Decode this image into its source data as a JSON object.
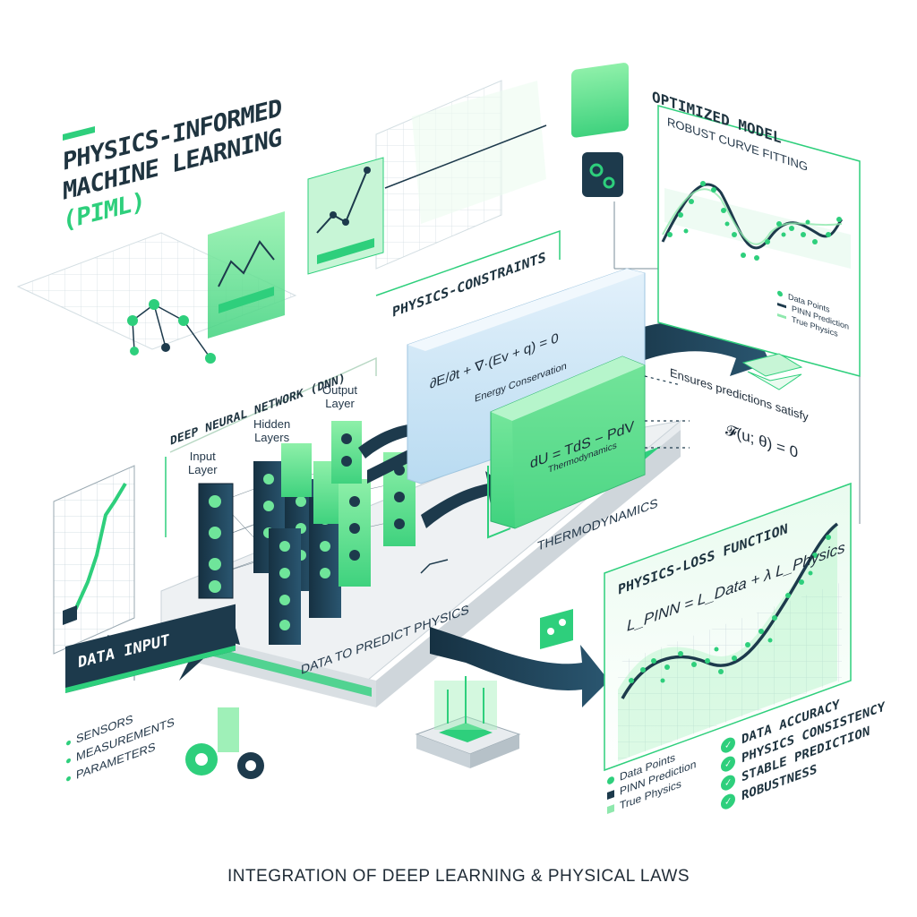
{
  "title": {
    "line1": "PHYSICS-INFORMED",
    "line2": "MACHINE LEARNING",
    "line3": "(PIML)"
  },
  "dnn": {
    "header": "DEEP NEURAL NETWORK (DNN)",
    "input_layer": [
      "Input",
      "Layer"
    ],
    "hidden_layers": [
      "Hidden",
      "Layers"
    ],
    "output_layer": [
      "Output",
      "Layer"
    ]
  },
  "constraints": {
    "header": "PHYSICS-CONSTRAINTS",
    "energy_equation": "∂E/∂t + ∇·(Ev + q) = 0",
    "energy_label": "Energy Conservation",
    "thermo_equation": "dU = TdS − PdV",
    "thermo_label": "Thermodynamics",
    "platform_label": "THERMODYNAMICS"
  },
  "platform": {
    "label": "DATA TO PREDICT PHYSICS"
  },
  "ensures": {
    "text": "Ensures predictions satisfy",
    "equation": "𝓕(u; θ) = 0"
  },
  "optimized": {
    "header": "OPTIMIZED MODEL",
    "subtitle": "ROBUST CURVE FITTING",
    "legend": [
      "Data Points",
      "PINN Prediction",
      "True Physics"
    ]
  },
  "loss": {
    "header": "PHYSICS-LOSS FUNCTION",
    "equation": "L_PINN = L_Data + λ L_Physics",
    "legend": [
      "Data Points",
      "PINN Prediction",
      "True Physics"
    ],
    "benefits": [
      "DATA ACCURACY",
      "PHYSICS CONSISTENCY",
      "STABLE PREDICTION",
      "ROBUSTNESS"
    ]
  },
  "data_input": {
    "label": "DATA INPUT",
    "items": [
      "SENSORS",
      "MEASUREMENTS",
      "PARAMETERS"
    ]
  },
  "footer": "INTEGRATION OF DEEP LEARNING & PHYSICAL LAWS",
  "colors": {
    "green": "#2ecf7c",
    "navy": "#1d3a4c",
    "light_green": "#9ff0b8",
    "light_blue": "#cfe6f5"
  }
}
